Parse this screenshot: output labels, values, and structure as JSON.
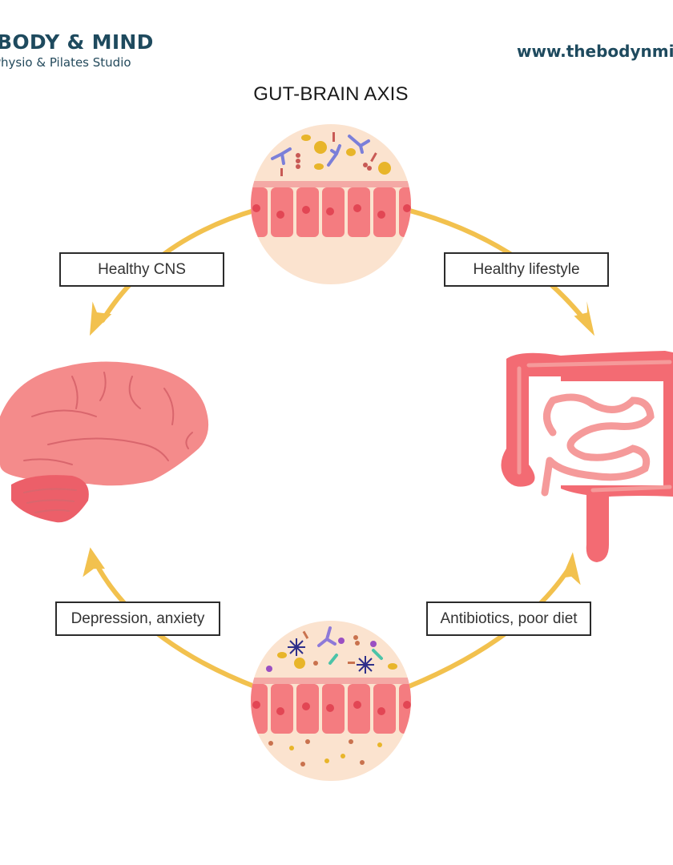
{
  "header": {
    "brand_name": "BODY & MIND",
    "brand_tagline": "Physio & Pilates Studio",
    "website": "www.thebodynmin"
  },
  "diagram": {
    "title": "GUT-BRAIN AXIS",
    "labels": {
      "top_left": "Healthy CNS",
      "top_right": "Healthy lifestyle",
      "bottom_left": "Depression, anxiety",
      "bottom_right": "Antibiotics, poor diet"
    },
    "nodes": [
      {
        "id": "healthy-gut-lining",
        "icon": "healthy-microbiome-icon"
      },
      {
        "id": "gut",
        "icon": "intestines-icon"
      },
      {
        "id": "leaky-gut-lining",
        "icon": "dysbiosis-microbiome-icon"
      },
      {
        "id": "brain",
        "icon": "brain-icon"
      }
    ],
    "colors": {
      "arrow": "#f2c14e",
      "organ": "#f36b73",
      "organ_light": "#f59a9a",
      "brain": "#f48b8b",
      "cell_bg": "#fbe3cf",
      "brand": "#1e4a5e"
    }
  }
}
